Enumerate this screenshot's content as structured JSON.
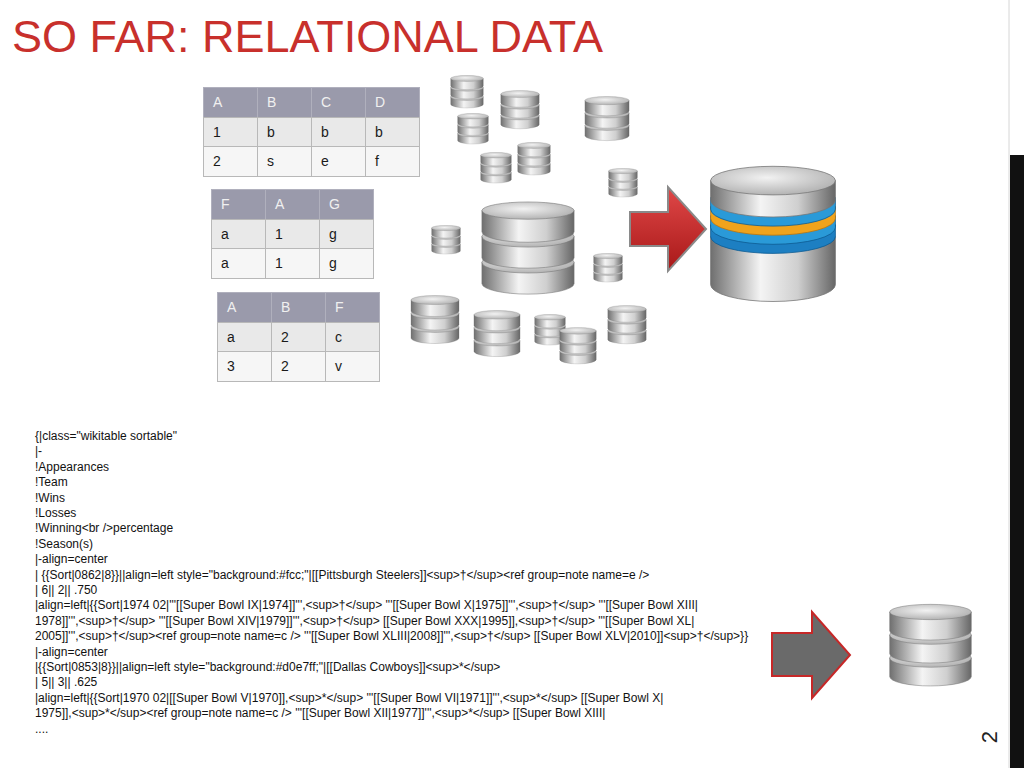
{
  "diagram": {
    "title": "SO FAR: RELATIONAL DATA",
    "labels": [
      "A",
      "B",
      "C",
      "D",
      "1",
      "b",
      "b",
      "b",
      "2",
      "s",
      "e",
      "f",
      "F",
      "A",
      "G",
      "a",
      "1",
      "g",
      "a",
      "1",
      "g",
      "A",
      "B",
      "F",
      "a",
      "2",
      "c",
      "3",
      "2",
      "v",
      "{|class=\"wikitable sortable\"",
      "|-",
      "!Appearances",
      "!Team",
      "!Wins",
      "!Losses",
      "!Winning<br />percentage",
      "!Season(s)",
      "|-align=center",
      "| {{Sort|0862|8}}||align=left style=\"background:#fcc;\"|[[Pittsburgh Steelers]]<sup>†</sup><ref group=note name=e />",
      "| 6|| 2|| .750",
      "|align=left|{{Sort|1974 02|'''[[Super Bowl IX|1974]]''',<sup>†</sup> '''[[Super Bowl X|1975]]''',<sup>†</sup> '''[[Super Bowl XIII|",
      "1978]]''',<sup>†</sup> '''[[Super Bowl XIV|1979]]''',<sup>†</sup> [[Super Bowl XXX|1995]],<sup>†</sup> '''[[Super Bowl XL|",
      "2005]]''',<sup>†</sup><ref group=note name=c /> '''[[Super Bowl XLIII|2008]]''',<sup>†</sup> [[Super Bowl XLV|2010]]<sup>†</sup>}}",
      "|-align=center",
      "|{{Sort|0853|8}}||align=left style=\"background:#d0e7ff;\"|[[Dallas Cowboys]]<sup>*</sup>",
      "| 5|| 3|| .625",
      "|align=left|{{Sort|1970 02|[[Super Bowl V|1970]],<sup>*</sup> '''[[Super Bowl VI|1971]]''',<sup>*</sup> [[Super Bowl X|",
      "1975]],<sup>*</sup><ref group=note name=c /> '''[[Super Bowl XII|1977]]''',<sup>*</sup> [[Super Bowl XIII|",
      "....",
      "2"
    ]
  }
}
